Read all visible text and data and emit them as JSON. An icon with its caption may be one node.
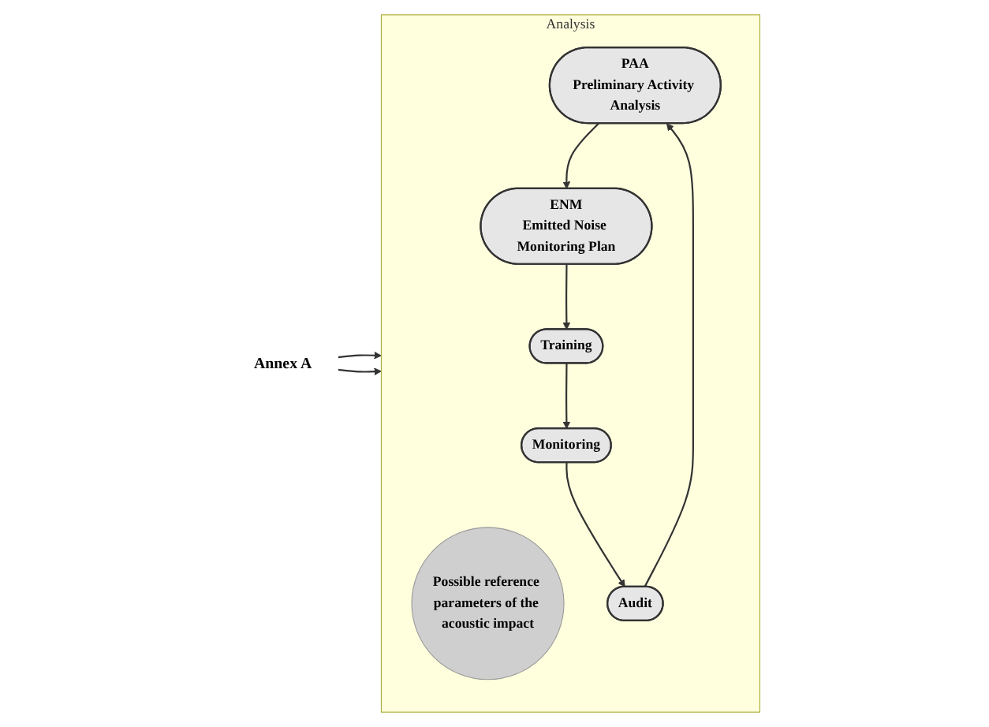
{
  "diagram": {
    "nodes": [
      {
        "text": [
          "Analysis"
        ]
      },
      {
        "text": [
          "Possible reference parameters of the acoustic impact"
        ],
        "in": 0
      },
      {
        "text": [
          "PAA",
          "Preliminary Activity Analysis"
        ],
        "in": 0
      },
      {
        "text": [
          "ENM",
          "Emitted Noise Monitoring Plan"
        ],
        "in": 0
      },
      {
        "text": [
          "Training"
        ],
        "in": 0
      },
      {
        "text": [
          "Monitoring"
        ],
        "in": 0
      },
      {
        "text": [
          "Audit"
        ],
        "in": 0
      },
      {
        "text": [
          "Annex A"
        ]
      }
    ],
    "edges": [
      {
        "from": 2,
        "to": 3,
        "arrow": "to"
      },
      {
        "from": 3,
        "to": 4,
        "arrow": "to"
      },
      {
        "from": 4,
        "to": 5,
        "arrow": "to"
      },
      {
        "from": 5,
        "to": 6,
        "arrow": "to"
      },
      {
        "from": 6,
        "to": 2,
        "arrow": "to"
      },
      {
        "from": 7,
        "to": 0,
        "arrow": "to"
      },
      {
        "from": 7,
        "to": 0,
        "arrow": "to"
      }
    ]
  }
}
